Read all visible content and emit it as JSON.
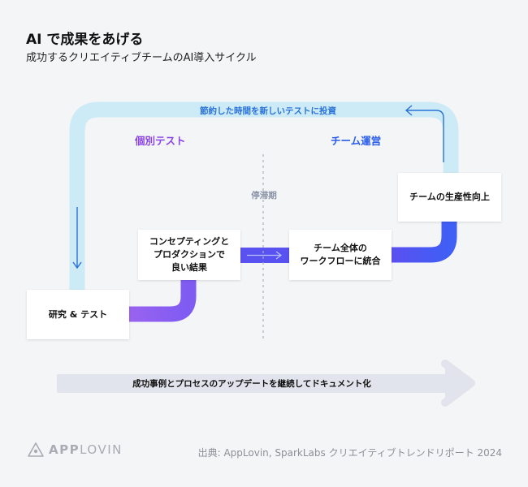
{
  "header": {
    "title": "AI で成果をあげる",
    "subtitle": "成功するクリエイティブチームのAI導入サイクル"
  },
  "diagram": {
    "phase_left": "個別テスト",
    "phase_right": "チーム運営",
    "loop_label": "節約した時間を新しいテストに投資",
    "stagnation_label": "停滞期",
    "bottom_label": "成功事例とプロセスのアップデートを継続してドキュメント化",
    "steps": [
      {
        "label": "研究 & テスト"
      },
      {
        "label": "コンセプティングと\nプロダクションで\n良い結果"
      },
      {
        "label": "チーム全体の\nワークフローに統合"
      },
      {
        "label": "チームの生産性向上"
      }
    ],
    "colors": {
      "loop": "#cdebf6",
      "purple": "#8b5cf0",
      "blue": "#3f5ff5",
      "phase_left": "#8b45e6",
      "phase_right": "#2a5ee8",
      "bottom_arrow": "#e1e4ec"
    }
  },
  "footer": {
    "brand_first": "APP",
    "brand_second": "LOVIN",
    "source": "出典: AppLovin, SparkLabs クリエイティブトレンドリポート 2024"
  }
}
